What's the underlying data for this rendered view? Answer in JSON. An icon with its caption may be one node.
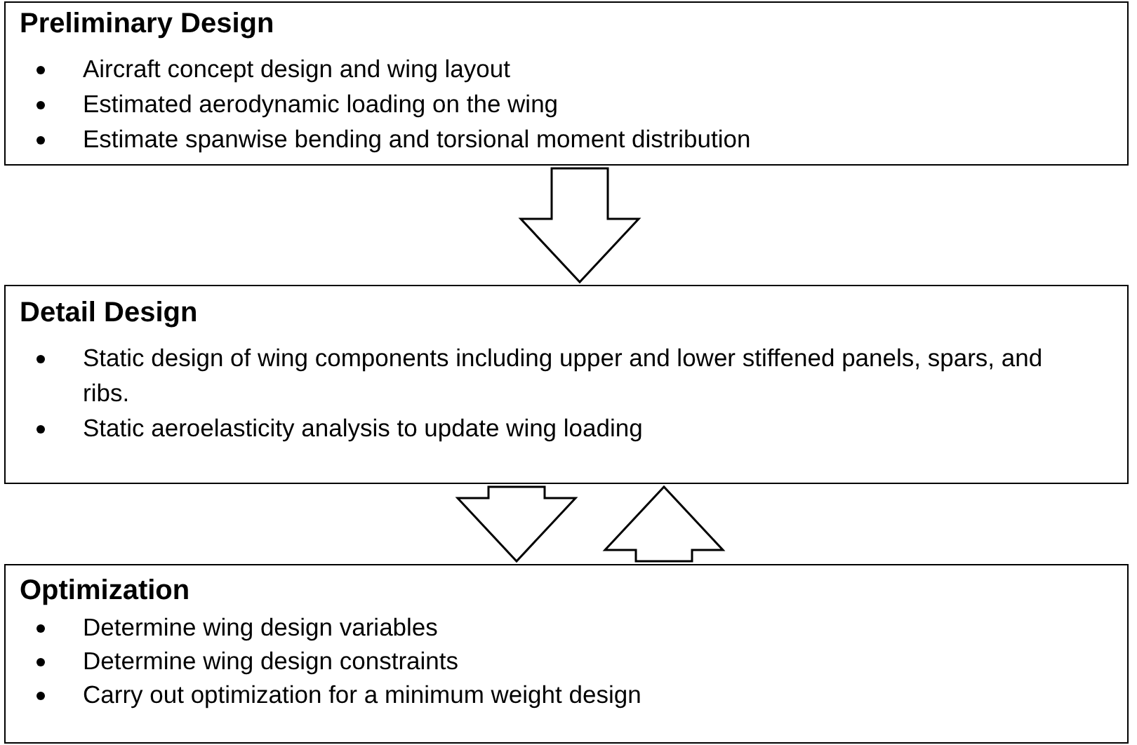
{
  "diagram": {
    "nodes": [
      {
        "text": [
          "Preliminary Design",
          "Aircraft concept design and wing layout",
          "Estimated aerodynamic loading on the wing",
          "Estimate spanwise bending and torsional moment distribution"
        ]
      },
      {
        "text": [
          "Detail Design",
          "Static design of wing components including upper and lower stiffened panels, spars, and ribs.",
          "Static aeroelasticity analysis to update wing loading"
        ]
      },
      {
        "text": [
          "Optimization",
          "Determine wing design variables",
          "Determine wing design constraints",
          "Carry out optimization for a minimum weight design"
        ]
      }
    ],
    "edges": [
      {
        "from": 0,
        "to": 1,
        "arrow": "to"
      },
      {
        "from": 1,
        "to": 2,
        "arrow": "to"
      },
      {
        "from": 2,
        "to": 1,
        "arrow": "to"
      }
    ]
  }
}
